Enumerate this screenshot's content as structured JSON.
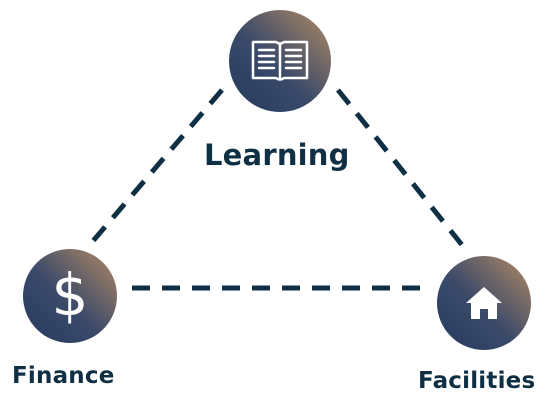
{
  "diagram": {
    "nodes": [
      {
        "id": "learning",
        "label": "Learning",
        "icon": "book-icon"
      },
      {
        "id": "finance",
        "label": "Finance",
        "icon": "dollar-sign-icon"
      },
      {
        "id": "facilities",
        "label": "Facilities",
        "icon": "house-icon"
      }
    ],
    "edges": [
      {
        "from": "learning",
        "to": "finance",
        "style": "dashed"
      },
      {
        "from": "learning",
        "to": "facilities",
        "style": "dashed"
      },
      {
        "from": "finance",
        "to": "facilities",
        "style": "dashed"
      }
    ],
    "colors": {
      "line": "#0f2f44",
      "label": "#0f2f44",
      "circle_gradient_start": "#243a5e",
      "circle_gradient_end": "#b38b63",
      "icon": "#ffffff"
    }
  }
}
